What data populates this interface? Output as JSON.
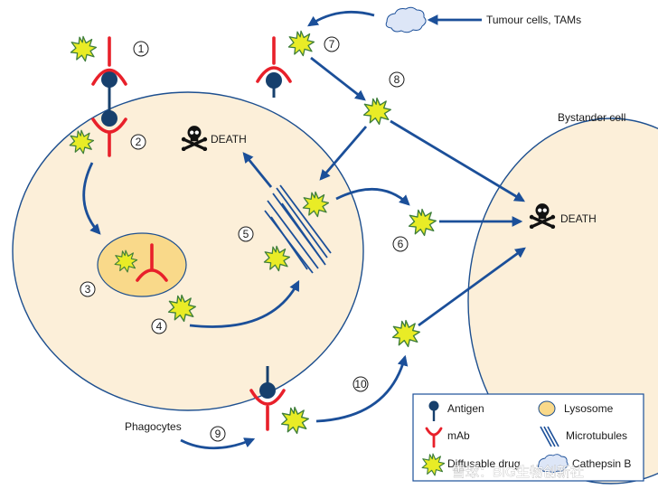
{
  "labels": {
    "tumour_cells": "Tumour cells, TAMs",
    "bystander_cell": "Bystander cell",
    "death_main": "DEATH",
    "death_bystander": "DEATH",
    "phagocytes": "Phagocytes"
  },
  "steps": [
    "1",
    "2",
    "3",
    "4",
    "5",
    "6",
    "7",
    "8",
    "9",
    "10"
  ],
  "legend": {
    "antigen": "Antigen",
    "lysosome": "Lysosome",
    "mab": "mAb",
    "microtubules": "Microtubules",
    "diffusable_drug": "Diffusable drug",
    "cathepsin_b": "Cathepsin B"
  },
  "watermark": "雪球：BIG生物创新社",
  "colors": {
    "cell_fill": "#fcefd9",
    "cell_stroke": "#1d4f8f",
    "arrow": "#1b4f99",
    "antibody": "#e8202a",
    "antigen": "#17406d",
    "drug_fill": "#e9ec26",
    "drug_stroke": "#3f7f3a",
    "lysosome_fill": "#f9d98a",
    "cathepsin_fill": "#dde6f7"
  }
}
